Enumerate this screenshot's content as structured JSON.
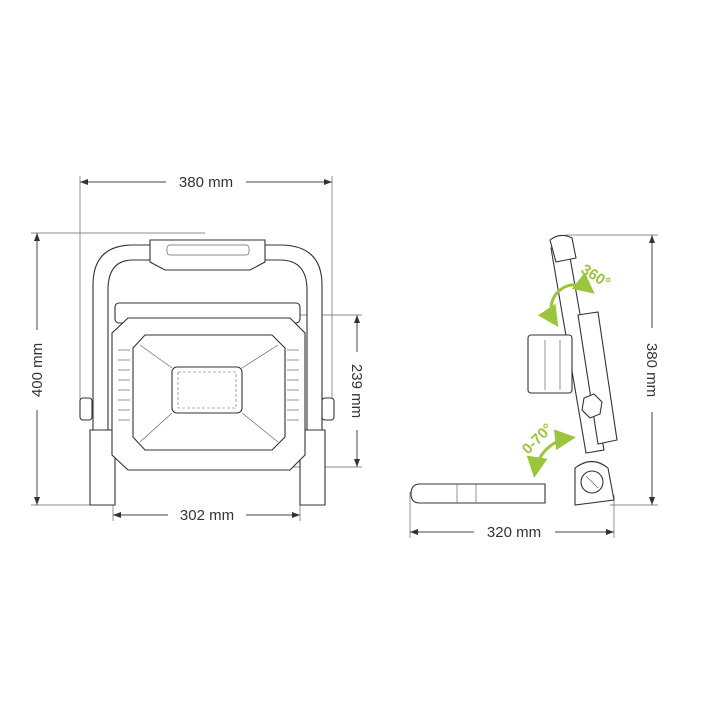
{
  "front_view": {
    "width_label": "380 mm",
    "height_label": "400 mm",
    "lamp_height_label": "239 mm",
    "lamp_width_label": "302 mm"
  },
  "side_view": {
    "height_label": "380 mm",
    "depth_label": "320 mm",
    "rotation_label": "360°",
    "tilt_label": "0-70°"
  },
  "colors": {
    "accent": "#9bc53d",
    "line": "#444444"
  }
}
